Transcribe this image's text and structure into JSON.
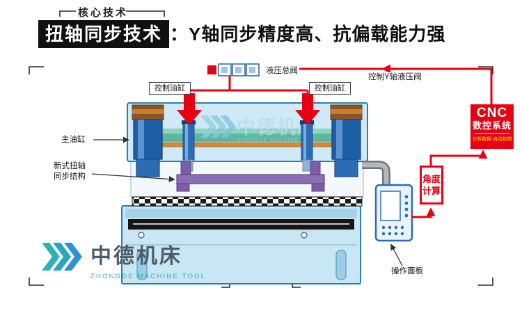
{
  "header": {
    "tag": "核心技术",
    "title_highlight": "扭轴同步技术",
    "title_rest": "：Y轴同步精度高、抗偏载能力强"
  },
  "machine": {
    "labels": {
      "control_cylinder_left": "控制油缸",
      "control_cylinder_right": "控制油缸",
      "hydraulic_main_valve": "液压总阀",
      "control_y_axis_valve": "控制Y轴液压阀",
      "main_cylinder": "主油缸",
      "torsion_structure_line1": "新式扭轴",
      "torsion_structure_line2": "同步结构",
      "operation_panel": "操作面板"
    },
    "cnc": {
      "title": "CNC",
      "subtitle": "数控系统",
      "description": "分析数据 自动控制"
    },
    "angle_calc": {
      "line1": "角度",
      "line2": "计算"
    }
  },
  "brand": {
    "name": "中德机床",
    "subtitle": "ZHONGDE MACHINE TOOL"
  },
  "watermark": {
    "name": "中德机床",
    "subtitle": "ZHONGDE MACHINE TOOL"
  },
  "colors": {
    "accent_red": "#e60012",
    "machine_fill": "#cfe9f6",
    "machine_outline": "#2b7db3",
    "cylinder_blue": "#1d5fa6",
    "torsion_purple": "#8a6fb5",
    "beam_teal": "#5cb8a2",
    "brand_teal": "#29b0bc",
    "cnc_desc_yellow": "#ffe600"
  }
}
